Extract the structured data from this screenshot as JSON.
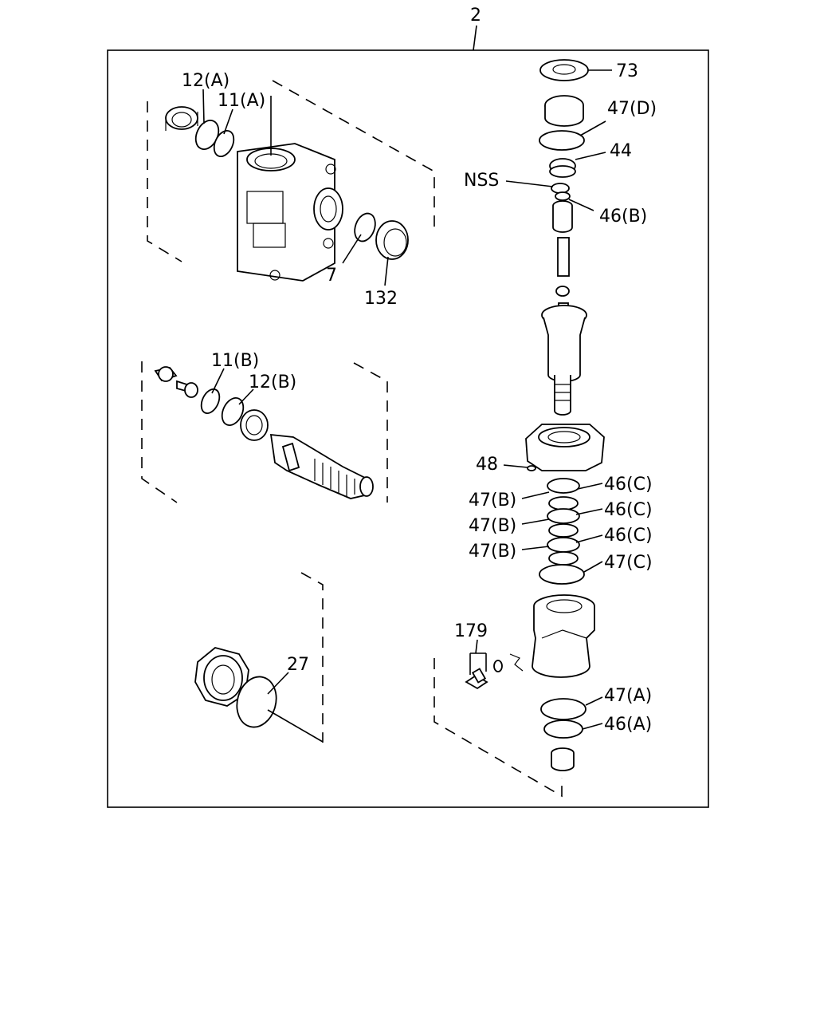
{
  "diagram": {
    "assembly_number": "2",
    "callouts": {
      "p73": "73",
      "p47d": "47(D)",
      "p44": "44",
      "nss": "NSS",
      "p46b": "46(B)",
      "p12a": "12(A)",
      "p11a": "11(A)",
      "p7": "7",
      "p132": "132",
      "p11b": "11(B)",
      "p12b": "12(B)",
      "p48": "48",
      "p46c_1": "46(C)",
      "p47b_1": "47(B)",
      "p46c_2": "46(C)",
      "p47b_2": "47(B)",
      "p46c_3": "46(C)",
      "p47b_3": "47(B)",
      "p47c": "47(C)",
      "p179": "179",
      "p27": "27",
      "p47a": "47(A)",
      "p46a": "46(A)"
    }
  }
}
